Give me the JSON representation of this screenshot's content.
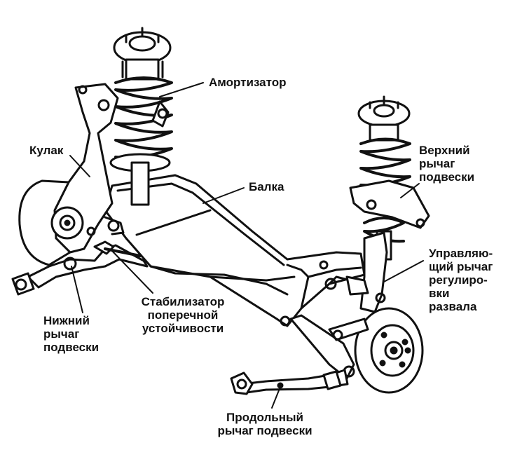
{
  "labels": {
    "shock_absorber": [
      "Амортизатор"
    ],
    "knuckle": [
      "Кулак"
    ],
    "beam": [
      "Балка"
    ],
    "upper_arm": [
      "Верхний",
      "рычаг",
      "подвески"
    ],
    "camber_arm": [
      "Управляю-",
      "щий рычаг",
      "регулиро-",
      "вки",
      "развала"
    ],
    "lower_arm": [
      "Нижний",
      "рычаг",
      "подвески"
    ],
    "stabilizer": [
      "Стабилизатор",
      "поперечной",
      "устойчивости"
    ],
    "trailing_arm": [
      "Продольный",
      "рычаг подвески"
    ]
  },
  "colors": {
    "ink": "#111111",
    "paper": "#ffffff"
  }
}
